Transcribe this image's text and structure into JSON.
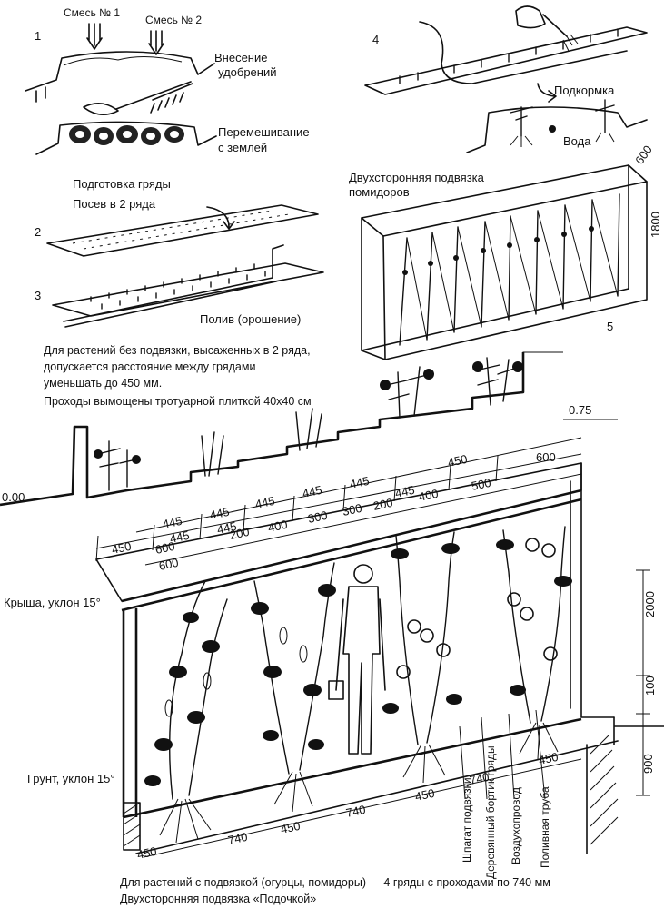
{
  "steps": {
    "s1": "1",
    "s2": "2",
    "s3": "3",
    "s4": "4",
    "s5": "5"
  },
  "panel1": {
    "mix1": "Смесь № 1",
    "mix2": "Смесь № 2",
    "fertilize": [
      "Внесение",
      "удобрений"
    ],
    "mixing": [
      "Перемешивание",
      "с землей"
    ]
  },
  "panel2": {
    "prep": "Подготовка гряды",
    "sowing": "Посев  в 2 ряда",
    "watering": "Полив (орошение)"
  },
  "panel4": {
    "feeding": "Подкормка",
    "water": "Вода"
  },
  "panel5": {
    "title": [
      "Двухсторонняя подвязка",
      "помидоров"
    ],
    "dim_depth": "600",
    "dim_height": "1800"
  },
  "notes": {
    "rows_note": [
      "Для растений без подвязки, высаженных в 2 ряда,",
      "допускается расстояние между грядами",
      "уменьшать до 450 мм.",
      "Проходы вымощены тротуарной плиткой 40x40 см"
    ],
    "bottom_note": [
      "Для растений с подвязкой (огурцы, помидоры) — 4 гряды с проходами по 740 мм",
      "Двухсторонняя подвязка «Подочкой»"
    ]
  },
  "section": {
    "level_top": "0.75",
    "level_zero": "0.00",
    "roof": "Крыша, уклон 15°",
    "ground": "Грунт, уклон 15°",
    "dims_upper": [
      "445",
      "445",
      "445",
      "445",
      "445",
      "450",
      "600"
    ],
    "dims_mid": [
      "600",
      "200",
      "400",
      "300",
      "300",
      "200",
      "400",
      "500"
    ],
    "dims_lower": [
      "450",
      "445",
      "445",
      "445"
    ],
    "dim_600_left": "600",
    "dim_450_left": "450",
    "height_2000": "2000",
    "height_100": "100",
    "height_900": "900",
    "bed_dims": [
      "450",
      "740",
      "740",
      "450",
      "740",
      "450"
    ],
    "callouts": [
      "Шпагат подвязки",
      "Деревянный бортик гряды",
      "Воздухопровод",
      "Поливная труба"
    ]
  }
}
